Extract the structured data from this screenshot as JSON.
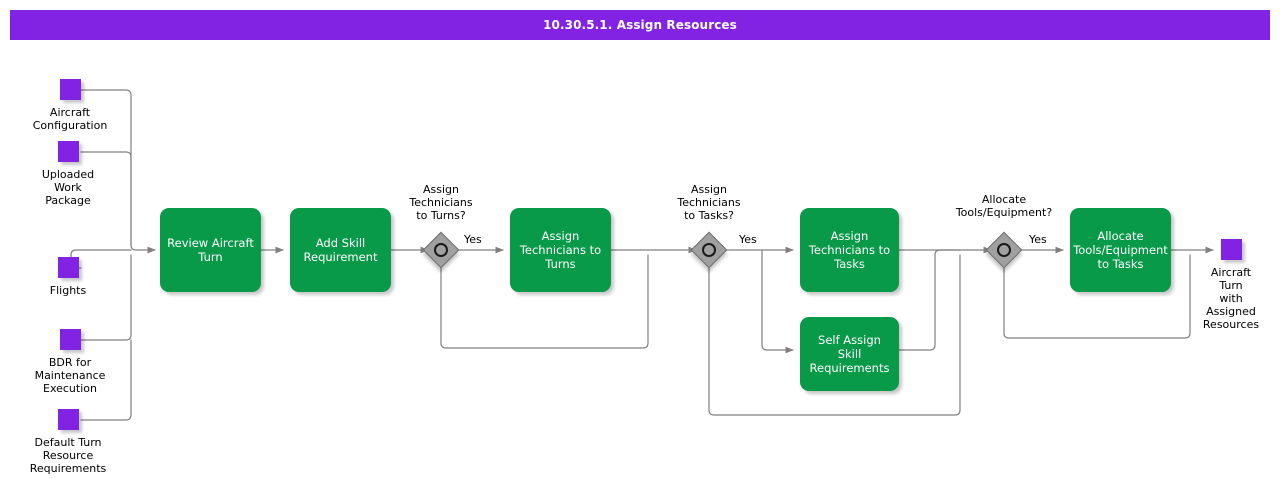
{
  "header": {
    "title": "10.30.5.1. Assign Resources",
    "banner_color": "#8222e3"
  },
  "palette": {
    "process_green": "#089949",
    "object_purple": "#8222e3",
    "gateway_gray": "#a0a0a0",
    "connector_gray": "#808080",
    "background": "#ffffff"
  },
  "diagram": {
    "type": "flowchart",
    "inputs": [
      {
        "id": "aircraft-configuration",
        "label": "Aircraft\nConfiguration"
      },
      {
        "id": "uploaded-work-package",
        "label": "Uploaded\nWork\nPackage"
      },
      {
        "id": "flights",
        "label": "Flights"
      },
      {
        "id": "bdr-for-maintenance-execution",
        "label": "BDR for\nMaintenance\nExecution"
      },
      {
        "id": "default-turn-resource-requirements",
        "label": "Default Turn\nResource\nRequirements"
      }
    ],
    "processes": [
      {
        "id": "review-aircraft-turn",
        "label": "Review Aircraft\nTurn"
      },
      {
        "id": "add-skill-requirement",
        "label": "Add Skill\nRequirement"
      },
      {
        "id": "assign-technicians-to-turns",
        "label": "Assign\nTechnicians to\nTurns"
      },
      {
        "id": "assign-technicians-to-tasks",
        "label": "Assign\nTechnicians to\nTasks"
      },
      {
        "id": "self-assign-skill-requirements",
        "label": "Self Assign Skill\nRequirements"
      },
      {
        "id": "allocate-tools-equipment-to-tasks",
        "label": "Allocate\nTools/Equipment\nto Tasks"
      }
    ],
    "gateways": [
      {
        "id": "assign-technicians-to-turns-gateway",
        "question": "Assign\nTechnicians\nto Turns?",
        "yes_label": "Yes"
      },
      {
        "id": "assign-technicians-to-tasks-gateway",
        "question": "Assign\nTechnicians\nto Tasks?",
        "yes_label": "Yes"
      },
      {
        "id": "allocate-tools-equipment-gateway",
        "question": "Allocate\nTools/Equipment?",
        "yes_label": "Yes"
      }
    ],
    "outputs": [
      {
        "id": "aircraft-turn-with-assigned-resources",
        "label": "Aircraft\nTurn\nwith\nAssigned\nResources"
      }
    ]
  }
}
